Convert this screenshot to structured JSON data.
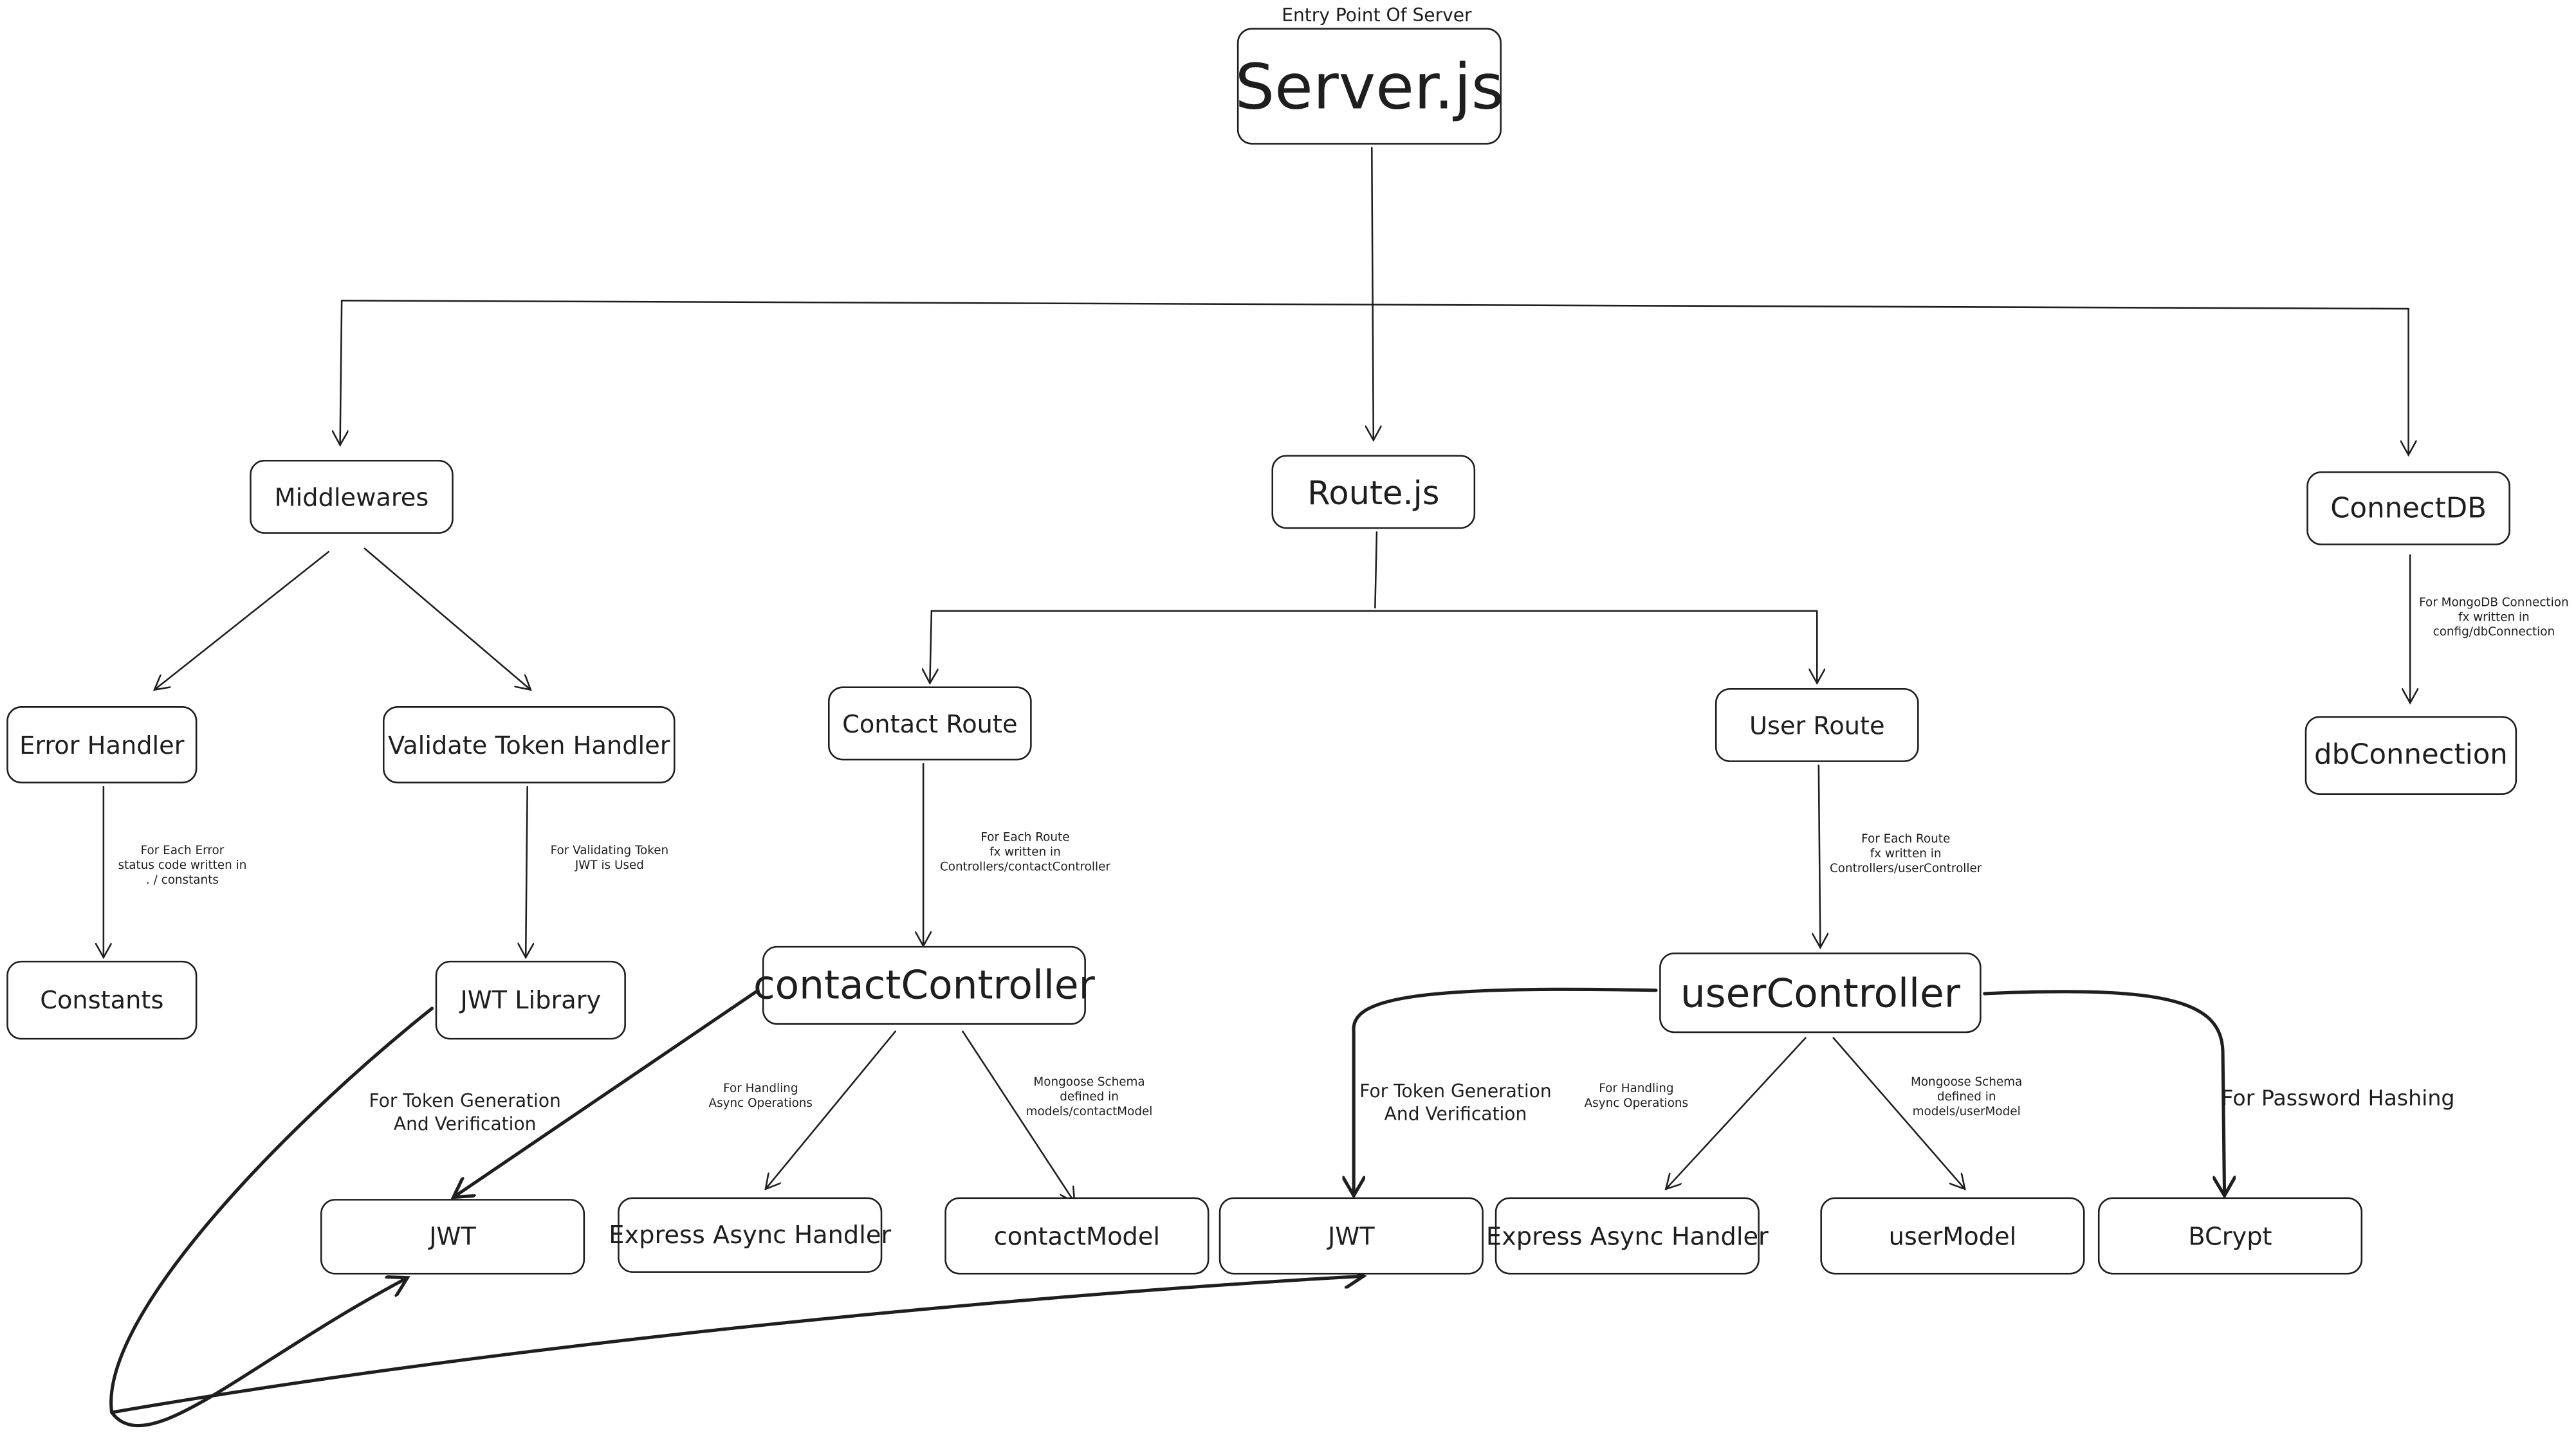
{
  "diagram": {
    "nodes": {
      "server": "Server.js",
      "middlewares": "Middlewares",
      "route": "Route.js",
      "connectdb": "ConnectDB",
      "error_handler": "Error Handler",
      "validate_token": "Validate Token Handler",
      "contact_route": "Contact Route",
      "user_route": "User Route",
      "dbconnection": "dbConnection",
      "constants": "Constants",
      "jwt_library": "JWT Library",
      "contact_controller": "contactController",
      "user_controller": "userController",
      "jwt_1": "JWT",
      "express_async_1": "Express Async Handler",
      "contact_model": "contactModel",
      "jwt_2": "JWT",
      "express_async_2": "Express Async Handler",
      "user_model": "userModel",
      "bcrypt": "BCrypt"
    },
    "notes": {
      "entry_point": "Entry Point Of Server",
      "mongodb": [
        "For MongoDB Connection",
        "fx written in",
        "config/dbConnection"
      ],
      "error_constants": [
        "For Each Error",
        "status code written in",
        ". / constants"
      ],
      "validating_token": [
        "For Validating Token",
        "JWT is Used"
      ],
      "contact_route_fx": [
        "For Each Route",
        "fx written in",
        "Controllers/contactController"
      ],
      "user_route_fx": [
        "For Each Route",
        "fx written in",
        "Controllers/userController"
      ],
      "token_gen_1": [
        "For Token Generation",
        "And Verification"
      ],
      "async_1": [
        "For Handling",
        "Async Operations"
      ],
      "schema_contact": [
        "Mongoose Schema",
        "defined in",
        "models/contactModel"
      ],
      "token_gen_2": [
        "For Token Generation",
        "And Verification"
      ],
      "async_2": [
        "For Handling",
        "Async Operations"
      ],
      "schema_user": [
        "Mongoose Schema",
        "defined in",
        "models/userModel"
      ],
      "password_hashing": "For Password Hashing"
    }
  }
}
